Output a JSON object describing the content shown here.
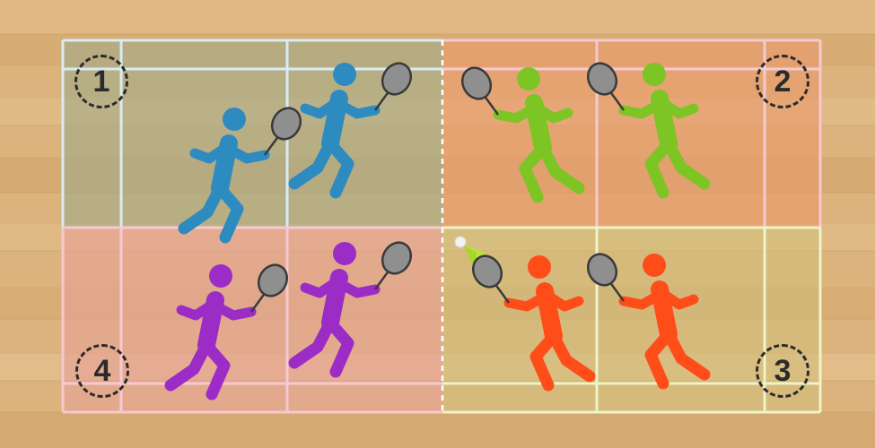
{
  "zones": [
    {
      "id": "zone-1",
      "label": "1"
    },
    {
      "id": "zone-2",
      "label": "2"
    },
    {
      "id": "zone-3",
      "label": "3"
    },
    {
      "id": "zone-4",
      "label": "4"
    }
  ],
  "colors": {
    "floor_base": "#dcb37c",
    "floor_light": "#e6c290",
    "floor_dark": "#caa06a",
    "zone_1_tint": "#9aa98a",
    "zone_2_tint": "#e89a6a",
    "zone_3_tint": "#cfc07a",
    "zone_4_tint": "#e8a29a",
    "team_blue": "#2e8bc0",
    "team_green": "#7cc524",
    "team_purple": "#9b2cc6",
    "team_orange": "#ff4d1a",
    "racket_head": "#8f8f8f",
    "line_blue_side": "#d8ecf6",
    "line_green_side": "#f4e7c8",
    "line_pink_side": "#f6c9d2",
    "line_orange_side": "#eef3c8",
    "shuttlecock": "#b9e23a"
  },
  "players": [
    {
      "team": "blue",
      "facing": "right",
      "icon": "badminton-player-icon"
    },
    {
      "team": "blue",
      "facing": "right",
      "icon": "badminton-player-icon"
    },
    {
      "team": "green",
      "facing": "left",
      "icon": "badminton-player-icon"
    },
    {
      "team": "green",
      "facing": "left",
      "icon": "badminton-player-icon"
    },
    {
      "team": "purple",
      "facing": "right",
      "icon": "badminton-player-icon"
    },
    {
      "team": "purple",
      "facing": "right",
      "icon": "badminton-player-icon"
    },
    {
      "team": "orange",
      "facing": "left",
      "icon": "badminton-player-icon"
    },
    {
      "team": "orange",
      "facing": "left",
      "icon": "badminton-player-icon"
    }
  ],
  "shuttlecock": {
    "icon": "shuttlecock-icon"
  }
}
